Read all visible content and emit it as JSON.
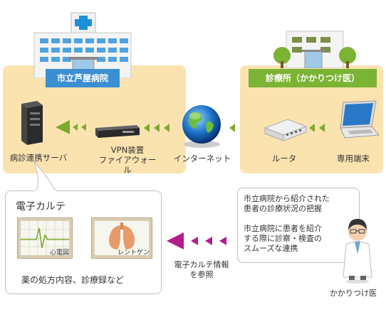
{
  "hospital": {
    "name": "市立芦屋病院"
  },
  "clinic": {
    "name": "診療所（かかりつけ医）"
  },
  "nodes": {
    "server": "病診連携サーバ",
    "vpn_line1": "VPN装置",
    "vpn_line2": "ファイアウォール",
    "internet": "インターネット",
    "router": "ルータ",
    "terminal": "専用端末"
  },
  "emr": {
    "title": "電子カルテ",
    "ecg_label": "心電図",
    "xray_label": "レントゲン",
    "caption": "薬の処方内容、診療録など"
  },
  "reference": {
    "line1": "電子カルテ情報",
    "line2": "を参照"
  },
  "benefits": {
    "item1_line1": "市立病院から紹介された",
    "item1_line2": "患者の診療状況の把握",
    "item2_line1": "市立病院に患者を紹介",
    "item2_line2": "する際に診察・検査の",
    "item2_line3": "スムーズな連携"
  },
  "doctor": {
    "label": "かかりつけ医"
  },
  "colors": {
    "panel": "#fbe3b0",
    "hospital_tag": "#3b8fd0",
    "clinic_tag": "#7bb335",
    "network_arrow": "#7cab2d",
    "reference_arrow": "#b21f8a"
  }
}
